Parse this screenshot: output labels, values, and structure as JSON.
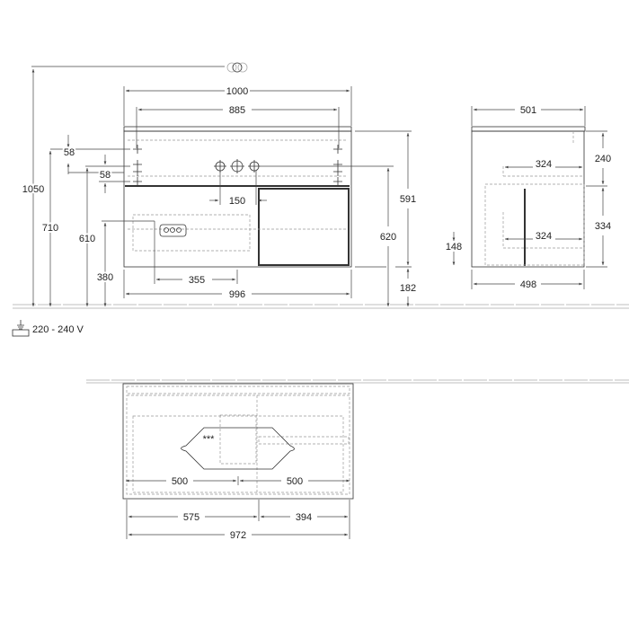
{
  "front_view": {
    "dimensions": {
      "overall_width": "1000",
      "hole_spacing": "885",
      "height_top": "1050",
      "height_710": "710",
      "height_610": "610",
      "height_380": "380",
      "offset_58_a": "58",
      "offset_58_b": "58",
      "tap_offset": "150",
      "socket_offset": "355",
      "body_width": "996",
      "body_height": "591",
      "height_620": "620",
      "floor_clearance": "182"
    }
  },
  "electrical": {
    "voltage": "220 - 240 V",
    "icon": "power-socket-icon"
  },
  "side_view": {
    "dimensions": {
      "top_depth": "501",
      "top_height": "240",
      "upper_depth": "324",
      "drawer_height": "334",
      "lower_depth": "324",
      "lower_offset": "148",
      "body_depth": "498"
    }
  },
  "top_view": {
    "basin_mark": "***",
    "dimensions": {
      "left_half": "500",
      "right_half": "500",
      "left_section": "575",
      "right_section": "394",
      "total_width": "972"
    }
  }
}
